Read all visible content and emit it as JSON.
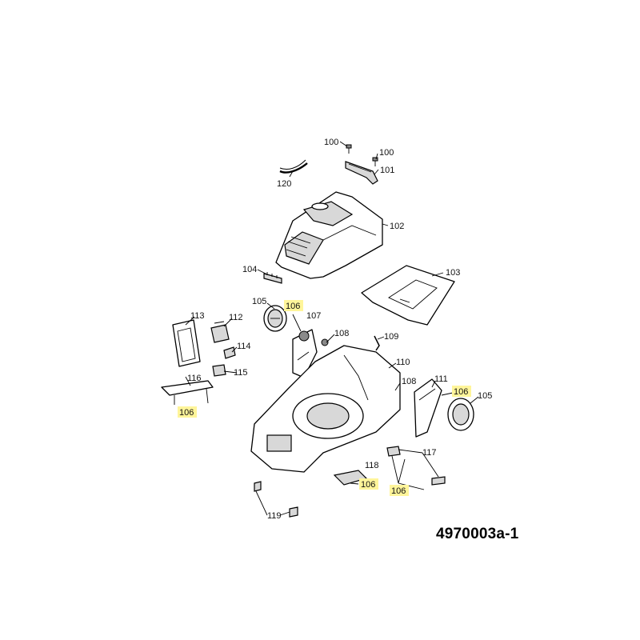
{
  "diagram": {
    "id": "4970003a-1",
    "highlight_color": "#fff59a",
    "labels": [
      {
        "id": "l100a",
        "text": "100",
        "highlight": false
      },
      {
        "id": "l100b",
        "text": "100",
        "highlight": false
      },
      {
        "id": "l101",
        "text": "101",
        "highlight": false
      },
      {
        "id": "l120",
        "text": "120",
        "highlight": false
      },
      {
        "id": "l102",
        "text": "102",
        "highlight": false
      },
      {
        "id": "l104",
        "text": "104",
        "highlight": false
      },
      {
        "id": "l103",
        "text": "103",
        "highlight": false
      },
      {
        "id": "l105a",
        "text": "105",
        "highlight": false
      },
      {
        "id": "l106a",
        "text": "106",
        "highlight": true
      },
      {
        "id": "l107",
        "text": "107",
        "highlight": false
      },
      {
        "id": "l113",
        "text": "113",
        "highlight": false
      },
      {
        "id": "l112",
        "text": "112",
        "highlight": false
      },
      {
        "id": "l108a",
        "text": "108",
        "highlight": false
      },
      {
        "id": "l109",
        "text": "109",
        "highlight": false
      },
      {
        "id": "l114",
        "text": "114",
        "highlight": false
      },
      {
        "id": "l110",
        "text": "110",
        "highlight": false
      },
      {
        "id": "l115",
        "text": "115",
        "highlight": false
      },
      {
        "id": "l116",
        "text": "116",
        "highlight": false
      },
      {
        "id": "l108b",
        "text": "108",
        "highlight": false
      },
      {
        "id": "l111",
        "text": "111",
        "highlight": false
      },
      {
        "id": "l106b",
        "text": "106",
        "highlight": true
      },
      {
        "id": "l105b",
        "text": "105",
        "highlight": false
      },
      {
        "id": "l106c",
        "text": "106",
        "highlight": true
      },
      {
        "id": "l117",
        "text": "117",
        "highlight": false
      },
      {
        "id": "l118",
        "text": "118",
        "highlight": false
      },
      {
        "id": "l106d",
        "text": "106",
        "highlight": true
      },
      {
        "id": "l106e",
        "text": "106",
        "highlight": true
      },
      {
        "id": "l119",
        "text": "119",
        "highlight": false
      }
    ]
  }
}
